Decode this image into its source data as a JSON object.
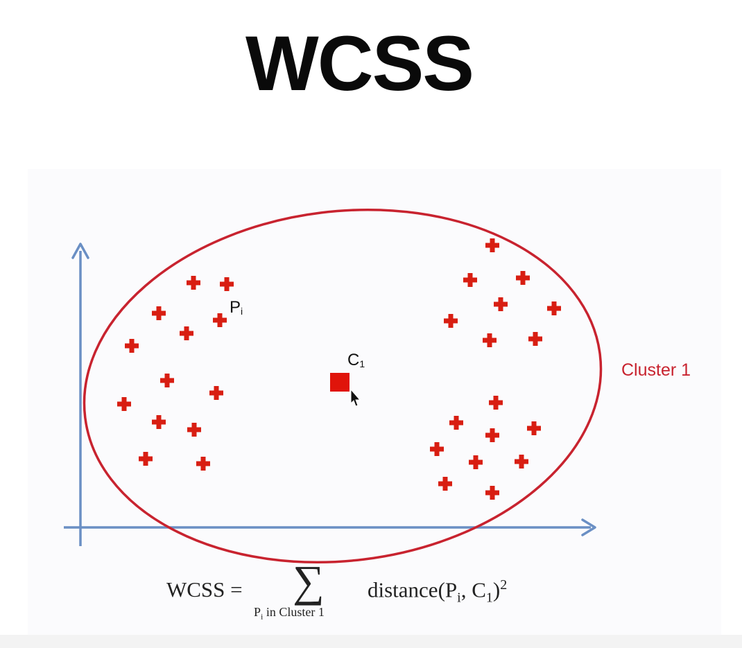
{
  "title": "WCSS",
  "labels": {
    "point_symbol": "P",
    "point_sub": "i",
    "centroid_symbol": "C",
    "centroid_sub": "1",
    "cluster_name": "Cluster 1"
  },
  "formula": {
    "lhs": "WCSS =",
    "sigma": "∑",
    "sum_under_sym": "P",
    "sum_under_sub": "i",
    "sum_under_rest": "in Cluster 1",
    "term_prefix": "distance(P",
    "term_p_sub": "i",
    "term_mid": ", C",
    "term_c_sub": "1",
    "term_close": ")",
    "exponent": "2"
  },
  "colors": {
    "point": "#d81e12",
    "ellipse": "#c8232f",
    "axis": "#6a8fc4",
    "cluster_label": "#c8232f",
    "centroid": "#e0140a",
    "title": "#0a0a0a"
  },
  "icons": {
    "point_marker": "plus-marker",
    "centroid_marker": "square-marker",
    "cursor": "mouse-pointer-icon"
  }
}
